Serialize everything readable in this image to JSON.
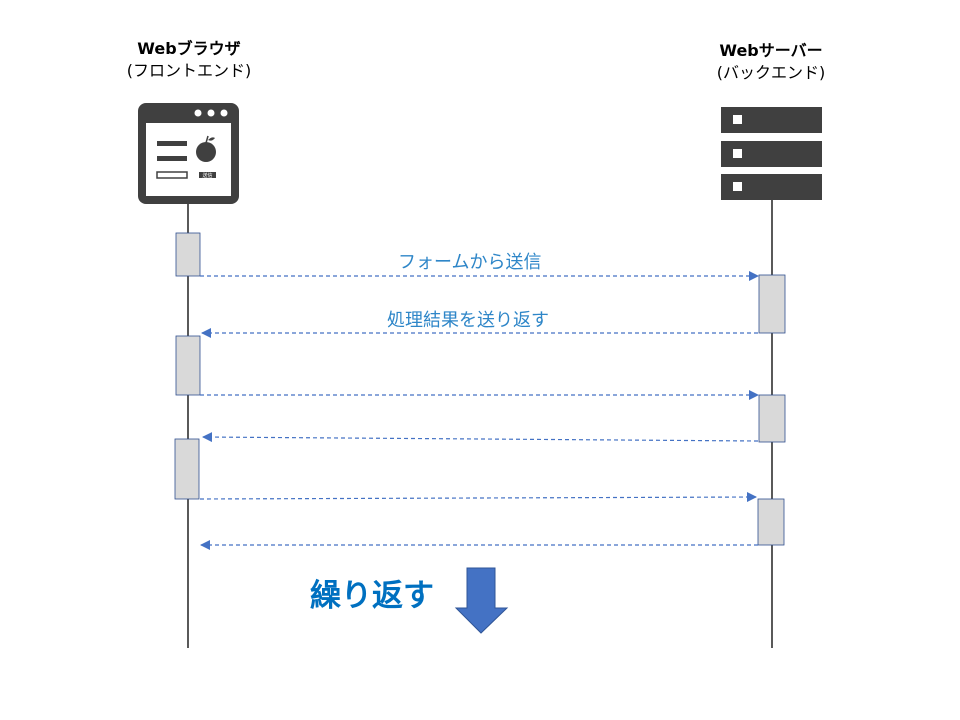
{
  "browser": {
    "title": "Webブラウザ",
    "subtitle": "(フロントエンド)",
    "icon_button_text": "送信"
  },
  "server": {
    "title": "Webサーバー",
    "subtitle": "(バックエンド)"
  },
  "messages": [
    {
      "label": "フォームから送信"
    },
    {
      "label": "処理結果を送り返す"
    }
  ],
  "repeat_label": "繰り返す",
  "colors": {
    "arrow": "#4472c4",
    "icon": "#404040",
    "activation": "#d9d9d9",
    "text": "#2e86c8",
    "repeat": "#0070c0"
  }
}
